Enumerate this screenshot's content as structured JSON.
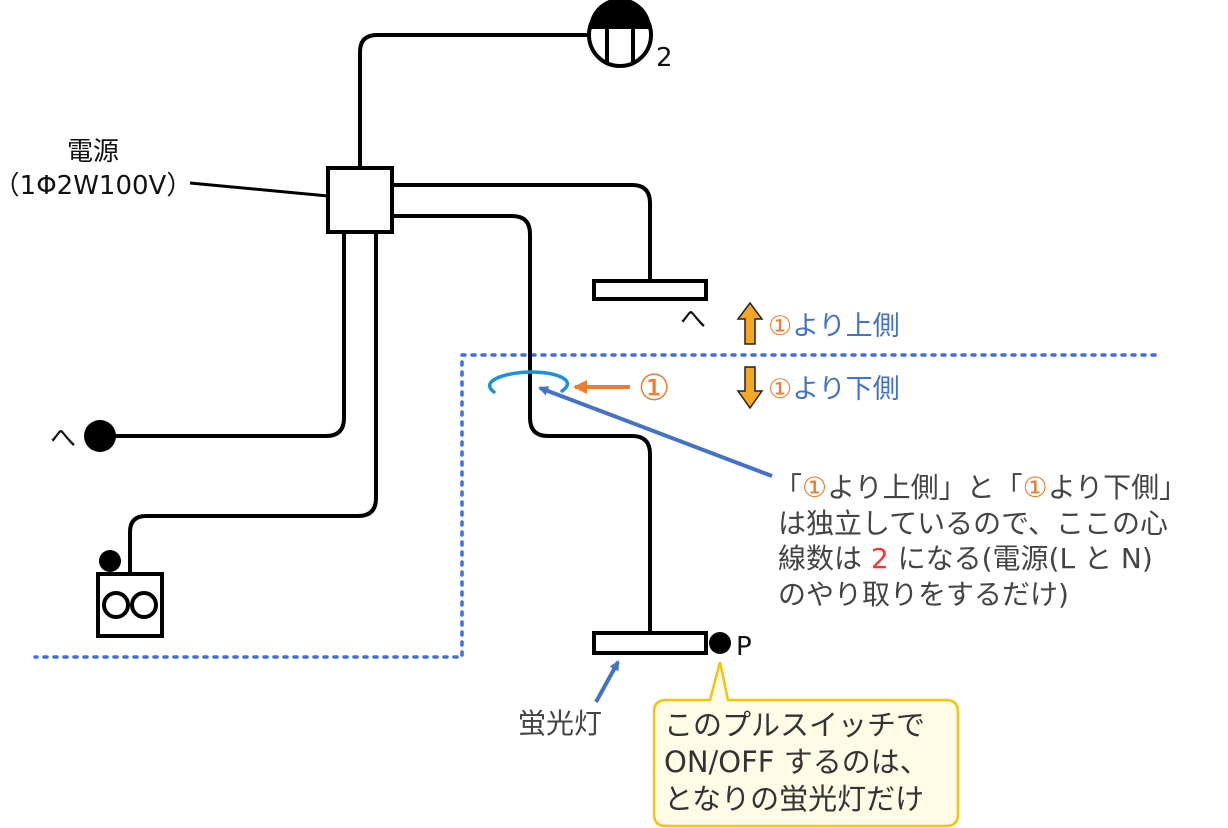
{
  "colors": {
    "wire": "#000000",
    "blue": "#4472c4",
    "orange": "#ed7d31",
    "arrow_fill": "#f5a623",
    "red": "#ff3333",
    "callout_bg": "#fffbe6",
    "callout_border": "#f2c40a",
    "dotted": "#3d6fe0",
    "marker_ring": "#1e90d8"
  },
  "icons": {
    "outlet": "duplex-outlet-symbol",
    "lamp": "ceiling-light-symbol",
    "switch_dot": "pull-switch-dot"
  },
  "labels": {
    "power_line1": "電源",
    "power_line2": "（1Φ2W100V）",
    "lamp_count": "2",
    "he_top": "へ",
    "he_left": "へ",
    "p_label": "P",
    "fluorescent": "蛍光灯",
    "circle_one": "①",
    "upper": {
      "num": "①",
      "text": "より上側"
    },
    "lower": {
      "num": "①",
      "text": "より下側"
    }
  },
  "note": {
    "line1": {
      "a": "「",
      "num1": "①",
      "b": "より上側」と「",
      "num2": "①",
      "c": "より下側」"
    },
    "line2": "は独立しているので、ここの心",
    "line3": {
      "a": "線数は ",
      "num": "2",
      "b": " になる(電源(L と N)"
    },
    "line4": "のやり取りをするだけ)"
  },
  "callout": {
    "line1": "このプルスイッチで",
    "line2": "ON/OFF するのは、",
    "line3": "となりの蛍光灯だけ"
  }
}
